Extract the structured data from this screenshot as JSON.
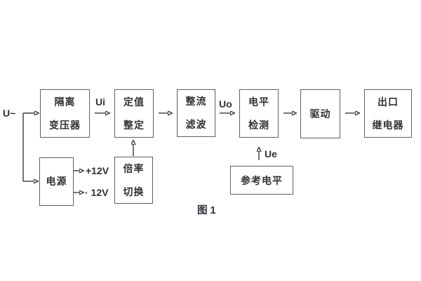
{
  "figure_caption": "图 1",
  "signal_labels": {
    "input": "U~",
    "ui": "Ui",
    "uo": "Uo",
    "ue": "Ue",
    "rail_positive": "+12V",
    "rail_negative": "· 12V"
  },
  "blocks": {
    "isolation_transformer": {
      "lines": [
        "隔离",
        "变压器"
      ]
    },
    "value_setting": {
      "lines": [
        "定值",
        "整定"
      ]
    },
    "rectifier_filter": {
      "lines": [
        "整流",
        "滤波"
      ]
    },
    "level_detection": {
      "lines": [
        "电平",
        "检测"
      ]
    },
    "driver": {
      "lines": [
        "驱动"
      ]
    },
    "output_relay": {
      "lines": [
        "出口",
        "继电器"
      ]
    },
    "power_supply": {
      "lines": [
        "电源"
      ]
    },
    "ratio_switching": {
      "lines": [
        "倍率",
        "切换"
      ]
    },
    "reference_level": {
      "lines": [
        "参考电平"
      ]
    }
  },
  "colors": {
    "background": "#ffffff",
    "box_border": "#5f5f5f",
    "wire": "#3b3b3b",
    "text": "#333333"
  }
}
